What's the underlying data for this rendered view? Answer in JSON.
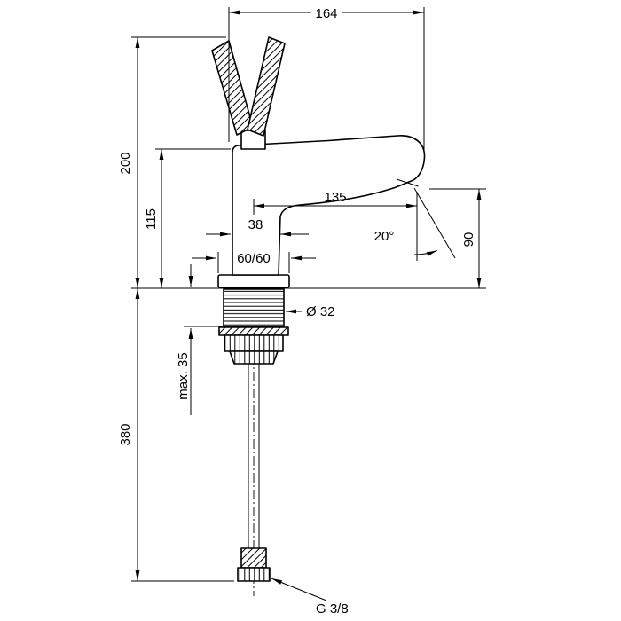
{
  "drawing": {
    "type": "faucet-dimension-drawing",
    "line_color": "#000000",
    "background": "#ffffff",
    "labels": {
      "total_width": "164",
      "total_height": "200",
      "body_height": "115",
      "body_width": "38",
      "spout_reach": "135",
      "base_plate": "60/60",
      "angle": "20°",
      "outlet_height": "90",
      "shank_diameter": "Ø 32",
      "max_mounting": "max. 35",
      "hose_length": "380",
      "connection": "G 3/8"
    }
  }
}
